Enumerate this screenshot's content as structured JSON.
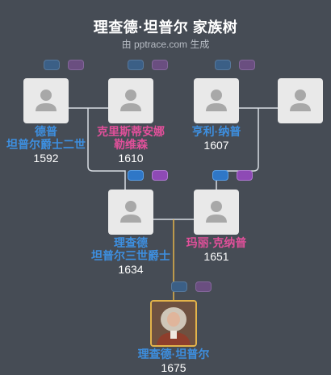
{
  "header": {
    "title": "理查德·坦普尔 家族树",
    "subtitle": "由 pptrace.com 生成"
  },
  "people": {
    "p1": {
      "name1": "德普",
      "name2": "坦普尔爵士二世",
      "year": "1592"
    },
    "p2": {
      "name1": "克里斯蒂安娜",
      "name2": "勒维森",
      "year": "1610"
    },
    "p3": {
      "name1": "亨利·纳普",
      "name2": "",
      "year": "1607"
    },
    "p4": {
      "name1": "",
      "name2": "",
      "year": ""
    },
    "p5": {
      "name1": "理查德",
      "name2": "坦普尔三世爵士",
      "year": "1634"
    },
    "p6": {
      "name1": "玛丽·克纳普",
      "name2": "",
      "year": "1651"
    },
    "p7": {
      "name1": "理查德·坦普尔",
      "name2": "",
      "year": "1675"
    }
  },
  "colors": {
    "background": "#464c55",
    "male": "#3d8fe0",
    "female": "#e0509a",
    "line": "#d8dde3",
    "lineage": "#e3b34a"
  },
  "icons": {
    "avatar": "person-silhouette-icon",
    "add-father": "add-father-button",
    "add-mother": "add-mother-button"
  }
}
